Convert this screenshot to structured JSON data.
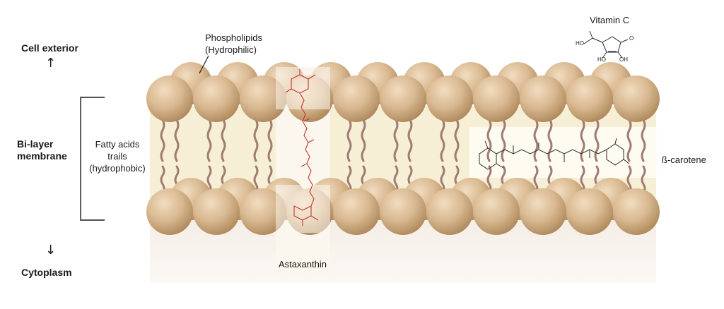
{
  "labels": {
    "cell_exterior": "Cell exterior",
    "cytoplasm": "Cytoplasm",
    "bilayer_line1": "Bi-layer",
    "bilayer_line2": "membrane",
    "fatty_line1": "Fatty acids",
    "fatty_line2": "trails",
    "fatty_line3": "(hydrophobic)",
    "phospho_line1": "Phospholipids",
    "phospho_line2": "(Hydrophilic)",
    "vitamin_c": "Vitamin C",
    "astaxanthin": "Astaxanthin",
    "beta_carotene": "ß-carotene",
    "vitc_oh": "HO",
    "vitc_oh2": "OH",
    "vitc_o": "O"
  },
  "icons": {
    "up": "↑",
    "down": "↓"
  },
  "colors": {
    "head": "#d2b48c",
    "head_dark": "#a9865c",
    "tail": "#a07c72",
    "core": "#f4ecd0",
    "astaxanthin": "#c0392b"
  }
}
